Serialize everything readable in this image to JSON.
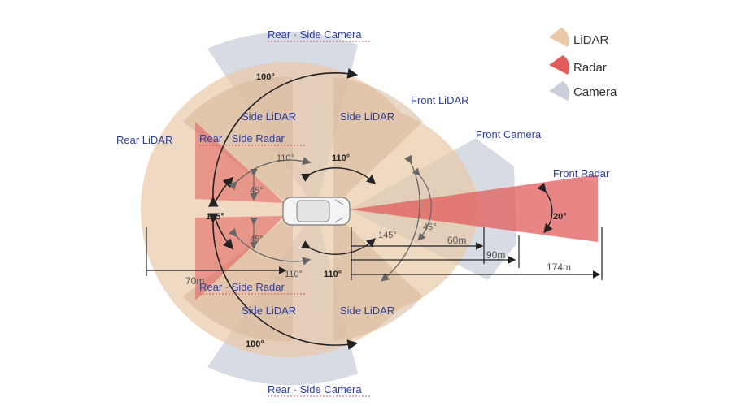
{
  "legend": [
    {
      "label": "LiDAR",
      "color": "#e9c9a8"
    },
    {
      "label": "Radar",
      "color": "#e25c5c"
    },
    {
      "label": "Camera",
      "color": "#c9cfdb"
    }
  ],
  "sensors": {
    "rear_side_camera_top": "Rear · Side Camera",
    "rear_side_camera_bottom": "Rear · Side Camera",
    "front_lidar": "Front LiDAR",
    "front_camera": "Front Camera",
    "front_radar": "Front Radar",
    "rear_lidar": "Rear LiDAR",
    "side_lidar_tl": "Side LiDAR",
    "side_lidar_tr": "Side LiDAR",
    "side_lidar_bl": "Side LiDAR",
    "side_lidar_br": "Side LiDAR",
    "rear_side_radar_top": "Rear · Side Radar",
    "rear_side_radar_bottom": "Rear · Side Radar"
  },
  "angles": {
    "camera_top": "100°",
    "camera_bottom": "100°",
    "rear_lidar": "145°",
    "front_lidar": "145°",
    "side_lidar_tl": "110°",
    "side_lidar_tr": "110°",
    "side_lidar_bl": "110°",
    "side_lidar_br": "110°",
    "radar_top": "45°",
    "radar_bottom": "45°",
    "front_camera": "45°",
    "front_radar": "20°"
  },
  "distances": {
    "lidar_front": "60m",
    "camera_front": "90m",
    "radar_front": "174m",
    "lidar_rear": "70m"
  },
  "colors": {
    "lidar": "#e9c9a8",
    "radar": "#e25c5c",
    "camera": "#c9cfdb",
    "label_blue": "#2f3f9e"
  }
}
